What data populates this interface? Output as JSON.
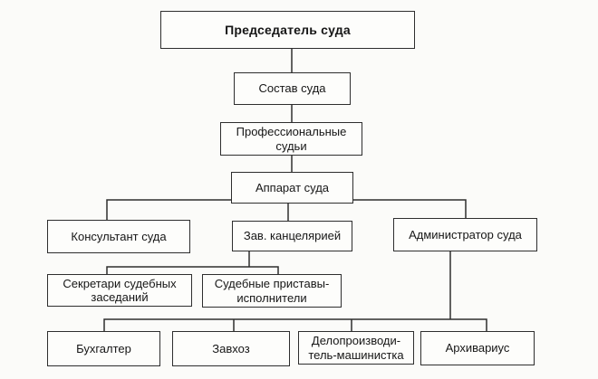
{
  "diagram": {
    "type": "org-chart",
    "language": "ru",
    "subject": "Структура суда",
    "nodes": {
      "chairman": {
        "label": "Председатель суда"
      },
      "court_composition": {
        "label": "Состав суда"
      },
      "professional_judges": {
        "label": "Профессиональные\nсудьи"
      },
      "court_apparatus": {
        "label": "Аппарат суда"
      },
      "court_consultant": {
        "label": "Консультант суда"
      },
      "chancellery_head": {
        "label": "Зав. канцелярией"
      },
      "court_administrator": {
        "label": "Администратор суда"
      },
      "session_secretaries": {
        "label": "Секретари судебных\nзаседаний"
      },
      "bailiff_executors": {
        "label": "Судебные приставы-\nисполнители"
      },
      "accountant": {
        "label": "Бухгалтер"
      },
      "supply_manager": {
        "label": "Завхоз"
      },
      "clerk_typist": {
        "label": "Делопроизводи-\nтель-машинистка"
      },
      "archivist": {
        "label": "Архивариус"
      }
    },
    "edges": [
      "chairman -> court_composition",
      "court_composition -> professional_judges",
      "professional_judges -> court_apparatus",
      "court_apparatus -> court_consultant",
      "court_apparatus -> chancellery_head",
      "court_apparatus -> court_administrator",
      "chancellery_head -> session_secretaries",
      "chancellery_head -> bailiff_executors",
      "court_administrator -> accountant",
      "court_administrator -> supply_manager",
      "court_administrator -> clerk_typist",
      "court_administrator -> archivist"
    ],
    "colors": {
      "line": "#2e2e2e",
      "box_border": "#2e2e2e",
      "box_fill": "#fdfdfb",
      "background": "#fbfbf9",
      "text": "#161616"
    }
  }
}
